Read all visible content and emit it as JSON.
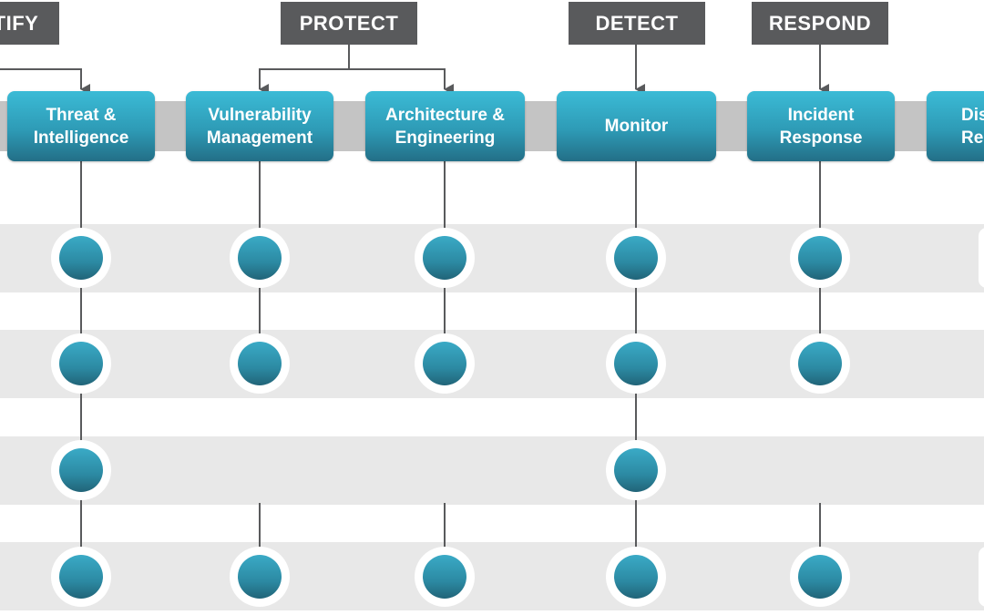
{
  "categories": [
    {
      "id": "identify",
      "label": "IDENTIFY",
      "visible_text": "TIFY"
    },
    {
      "id": "protect",
      "label": "PROTECT",
      "visible_text": "PROTECT"
    },
    {
      "id": "detect",
      "label": "DETECT",
      "visible_text": "DETECT"
    },
    {
      "id": "respond",
      "label": "RESPOND",
      "visible_text": "RESPOND"
    }
  ],
  "functions": [
    {
      "id": "threat-intelligence",
      "label": "Threat &\nIntelligence",
      "category": "identify"
    },
    {
      "id": "vulnerability-management",
      "label": "Vulnerability\nManagement",
      "category": "protect"
    },
    {
      "id": "architecture-engineering",
      "label": "Architecture &\nEngineering",
      "category": "protect"
    },
    {
      "id": "monitor",
      "label": "Monitor",
      "category": "detect"
    },
    {
      "id": "incident-response",
      "label": "Incident\nResponse",
      "category": "respond"
    },
    {
      "id": "disaster-recovery",
      "label": "Dis\nRe",
      "category": ""
    }
  ],
  "rows": 4,
  "matrix": [
    [
      true,
      true,
      true,
      true,
      true,
      true
    ],
    [
      true,
      true,
      true,
      true,
      true,
      false
    ],
    [
      true,
      false,
      false,
      true,
      false,
      false
    ],
    [
      true,
      true,
      true,
      true,
      true,
      true
    ]
  ],
  "colors": {
    "category_box": "#595a5c",
    "function_box": "#2e9bb6",
    "dot": "#2c8aa3",
    "band": "#e8e8e8",
    "header_bar": "#c4c4c4",
    "connector": "#595a5c"
  }
}
